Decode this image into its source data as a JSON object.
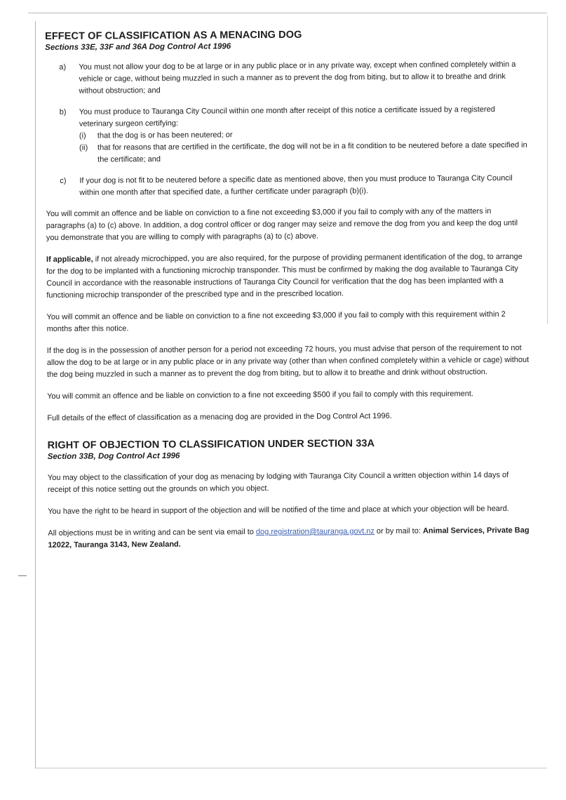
{
  "section1": {
    "title": "EFFECT OF CLASSIFICATION AS A MENACING DOG",
    "subtitle": "Sections 33E, 33F and 36A Dog Control Act 1996",
    "items": [
      {
        "marker": "a)",
        "text": "You must not allow your dog to be at large or in any public place or in any private way, except when confined completely within a vehicle or cage, without being muzzled in such a manner as to prevent the dog from biting, but to allow it to breathe and drink without obstruction; and"
      },
      {
        "marker": "b)",
        "text": "You must produce to Tauranga City Council within one month after receipt of this notice a certificate issued by a registered veterinary surgeon certifying:"
      },
      {
        "marker": "c)",
        "text": "If your dog is not fit to be neutered before a specific date as mentioned above, then you must produce to Tauranga City Council within one month after that specified date, a further certificate under paragraph (b)(i)."
      }
    ],
    "subitems": [
      {
        "marker": "(i)",
        "text": "that the dog is or has been neutered; or"
      },
      {
        "marker": "(ii)",
        "text": "that for reasons that are certified in the certificate, the dog will not be in a fit condition to be neutered before a date specified in the certificate; and"
      }
    ],
    "para1": "You will commit an offence and be liable on conviction to a fine not exceeding $3,000 if you fail to comply with any of the matters in paragraphs (a) to (c) above. In addition, a dog control officer or dog ranger may seize and remove the dog from you and keep the dog until you demonstrate that you are willing to comply with paragraphs (a) to (c) above.",
    "para2_lead": "If applicable,",
    "para2": " if not already microchipped, you are also required, for the purpose of providing permanent identification of the dog, to arrange for the dog to be implanted with a functioning microchip transponder. This must be confirmed by making the dog available to Tauranga City Council in accordance with the reasonable instructions of Tauranga City Council for verification that the dog has been implanted with a functioning microchip transponder of the prescribed type and in the prescribed location.",
    "para3": "You will commit an offence and be liable on conviction to a fine not exceeding $3,000 if you fail to comply with this requirement within 2 months after this notice.",
    "para4": "If the dog is in the possession of another person for a period not exceeding 72 hours, you must advise that person of the requirement to not allow the dog to be at large or in any public place or in any private way (other than when confined completely within a vehicle or cage) without the dog being muzzled in such a manner as to prevent the dog from biting, but to allow it to breathe and drink without obstruction.",
    "para5": "You will commit an offence and be liable on conviction to a fine not exceeding $500 if you fail to comply with this requirement.",
    "para6": "Full details of the effect of classification as a menacing dog are provided in the Dog Control Act 1996."
  },
  "section2": {
    "title": "RIGHT OF OBJECTION TO CLASSIFICATION UNDER SECTION 33A",
    "subtitle": "Section 33B, Dog Control Act 1996",
    "para1": "You may object to the classification of your dog as menacing by lodging with Tauranga City Council a written objection within 14 days of receipt of this notice setting out the grounds on which you object.",
    "para2": "You have the right to be heard in support of the objection and will be notified of the time and place at which your objection will be heard.",
    "para3_lead": "All objections must be in writing and can be sent via email to ",
    "email": "dog.registration@tauranga.govt.nz",
    "para3_mid": " or by mail to: ",
    "address": "Animal Services, Private Bag 12022, Tauranga 3143, New Zealand."
  }
}
